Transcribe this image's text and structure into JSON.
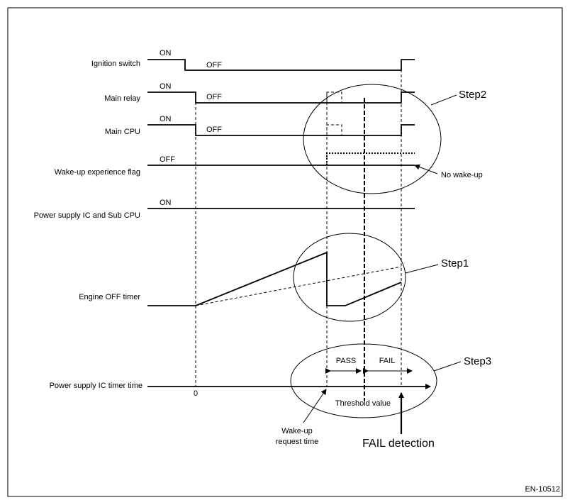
{
  "signals": {
    "ignition_switch": "Ignition switch",
    "main_relay": "Main relay",
    "main_cpu": "Main CPU",
    "wake_flag": "Wake-up experience flag",
    "power_supply_ic_sub_cpu": "Power supply IC and Sub CPU",
    "engine_off_timer": "Engine OFF timer",
    "power_supply_ic_timer": "Power supply IC timer time"
  },
  "states": {
    "on": "ON",
    "off": "OFF"
  },
  "annotations": {
    "no_wakeup": "No wake-up",
    "step1": "Step1",
    "step2": "Step2",
    "step3": "Step3",
    "pass": "PASS",
    "fail": "FAIL",
    "threshold": "Threshold value",
    "zero": "0",
    "wakeup_request_line1": "Wake-up",
    "wakeup_request_line2": "request time",
    "fail_detection": "FAIL detection",
    "ref_code": "EN-10512"
  }
}
